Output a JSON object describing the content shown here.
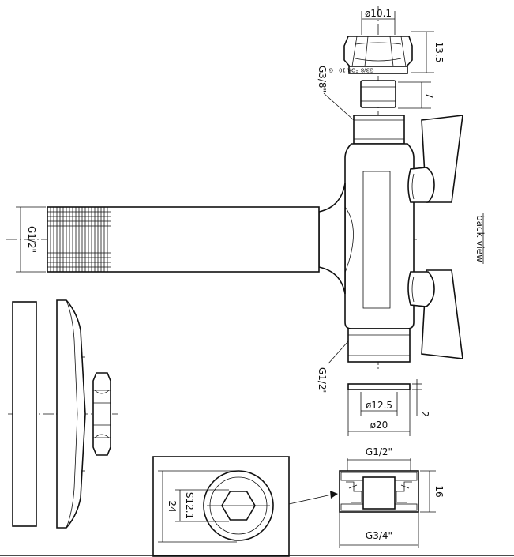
{
  "dimensions": {
    "nut_diameter": "ø10.1",
    "nut_height": "13.5",
    "nut_marking": "G3/8 FOR 10 - G",
    "stem_length": "7",
    "outlet_thread": "G3/8\"",
    "inlet_thread_long": "G1/2\"",
    "bottom_thread": "G1/2\"",
    "washer_inner": "ø12.5",
    "washer_outer": "ø20",
    "washer_thickness": "2",
    "adapter_top_thread": "G1/2\"",
    "adapter_bottom_thread": "G3/4\"",
    "adapter_height": "16",
    "hex_key": "S12.1",
    "adapter_face_diameter": "24"
  },
  "labels": {
    "back_view": "back view"
  }
}
